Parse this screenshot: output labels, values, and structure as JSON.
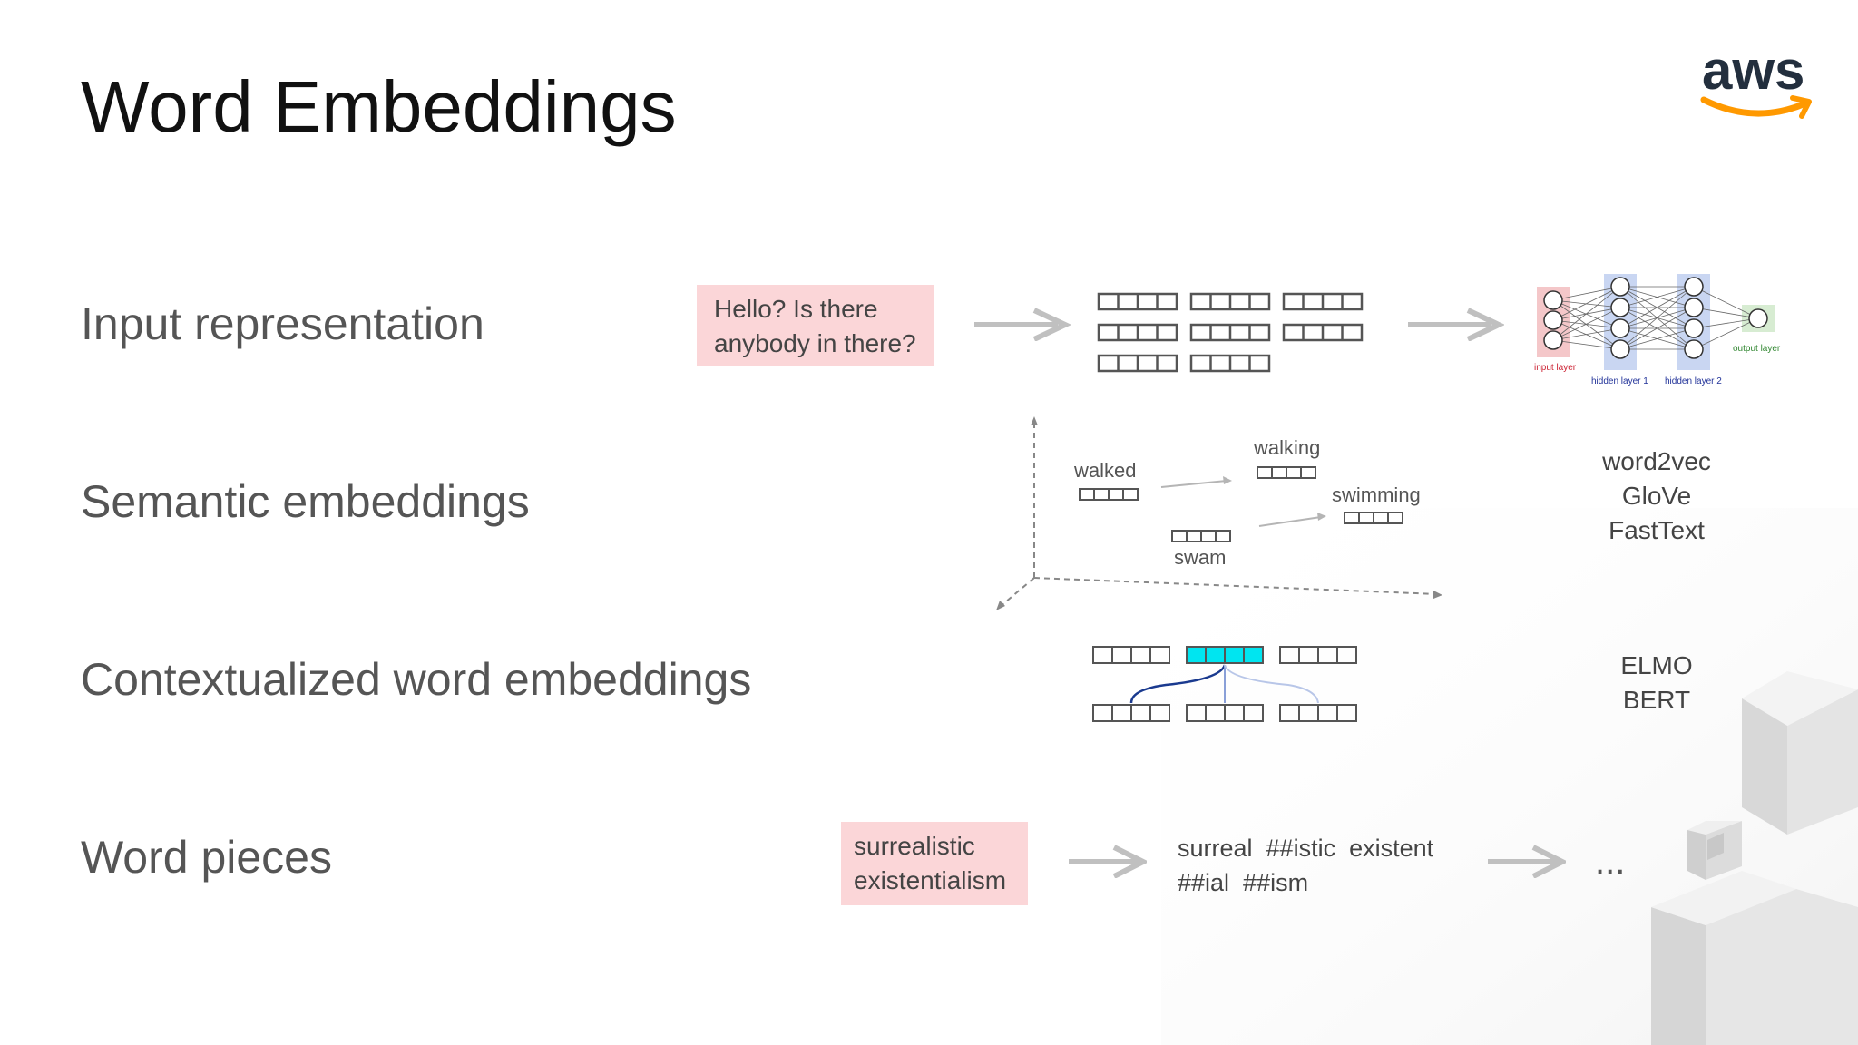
{
  "title": "Word Embeddings",
  "rows": {
    "input": "Input representation",
    "semantic": "Semantic embeddings",
    "contextual": "Contextualized word embeddings",
    "pieces": "Word pieces"
  },
  "input_text": {
    "line1": "Hello? Is there",
    "line2": "anybody in there?"
  },
  "nn_labels": {
    "input": "input layer",
    "hidden1": "hidden layer 1",
    "hidden2": "hidden layer 2",
    "output": "output layer"
  },
  "semantic_words": {
    "walked": "walked",
    "walking": "walking",
    "swimming": "swimming",
    "swam": "swam"
  },
  "semantic_models": [
    "word2vec",
    "GloVe",
    "FastText"
  ],
  "contextual_models": [
    "ELMO",
    "BERT"
  ],
  "pieces_input": {
    "line1": "surrealistic",
    "line2": "existentialism"
  },
  "pieces_output": {
    "line1": "surreal  ##istic  existent",
    "line2": "##ial  ##ism"
  },
  "ellipsis": "...",
  "logo": "aws",
  "colors": {
    "pink_box": "#fbd6d8",
    "highlight_vector": "#00e5f0",
    "arrow": "#c0c0c0",
    "aws_orange": "#ff9900",
    "aws_text": "#232f3e"
  }
}
